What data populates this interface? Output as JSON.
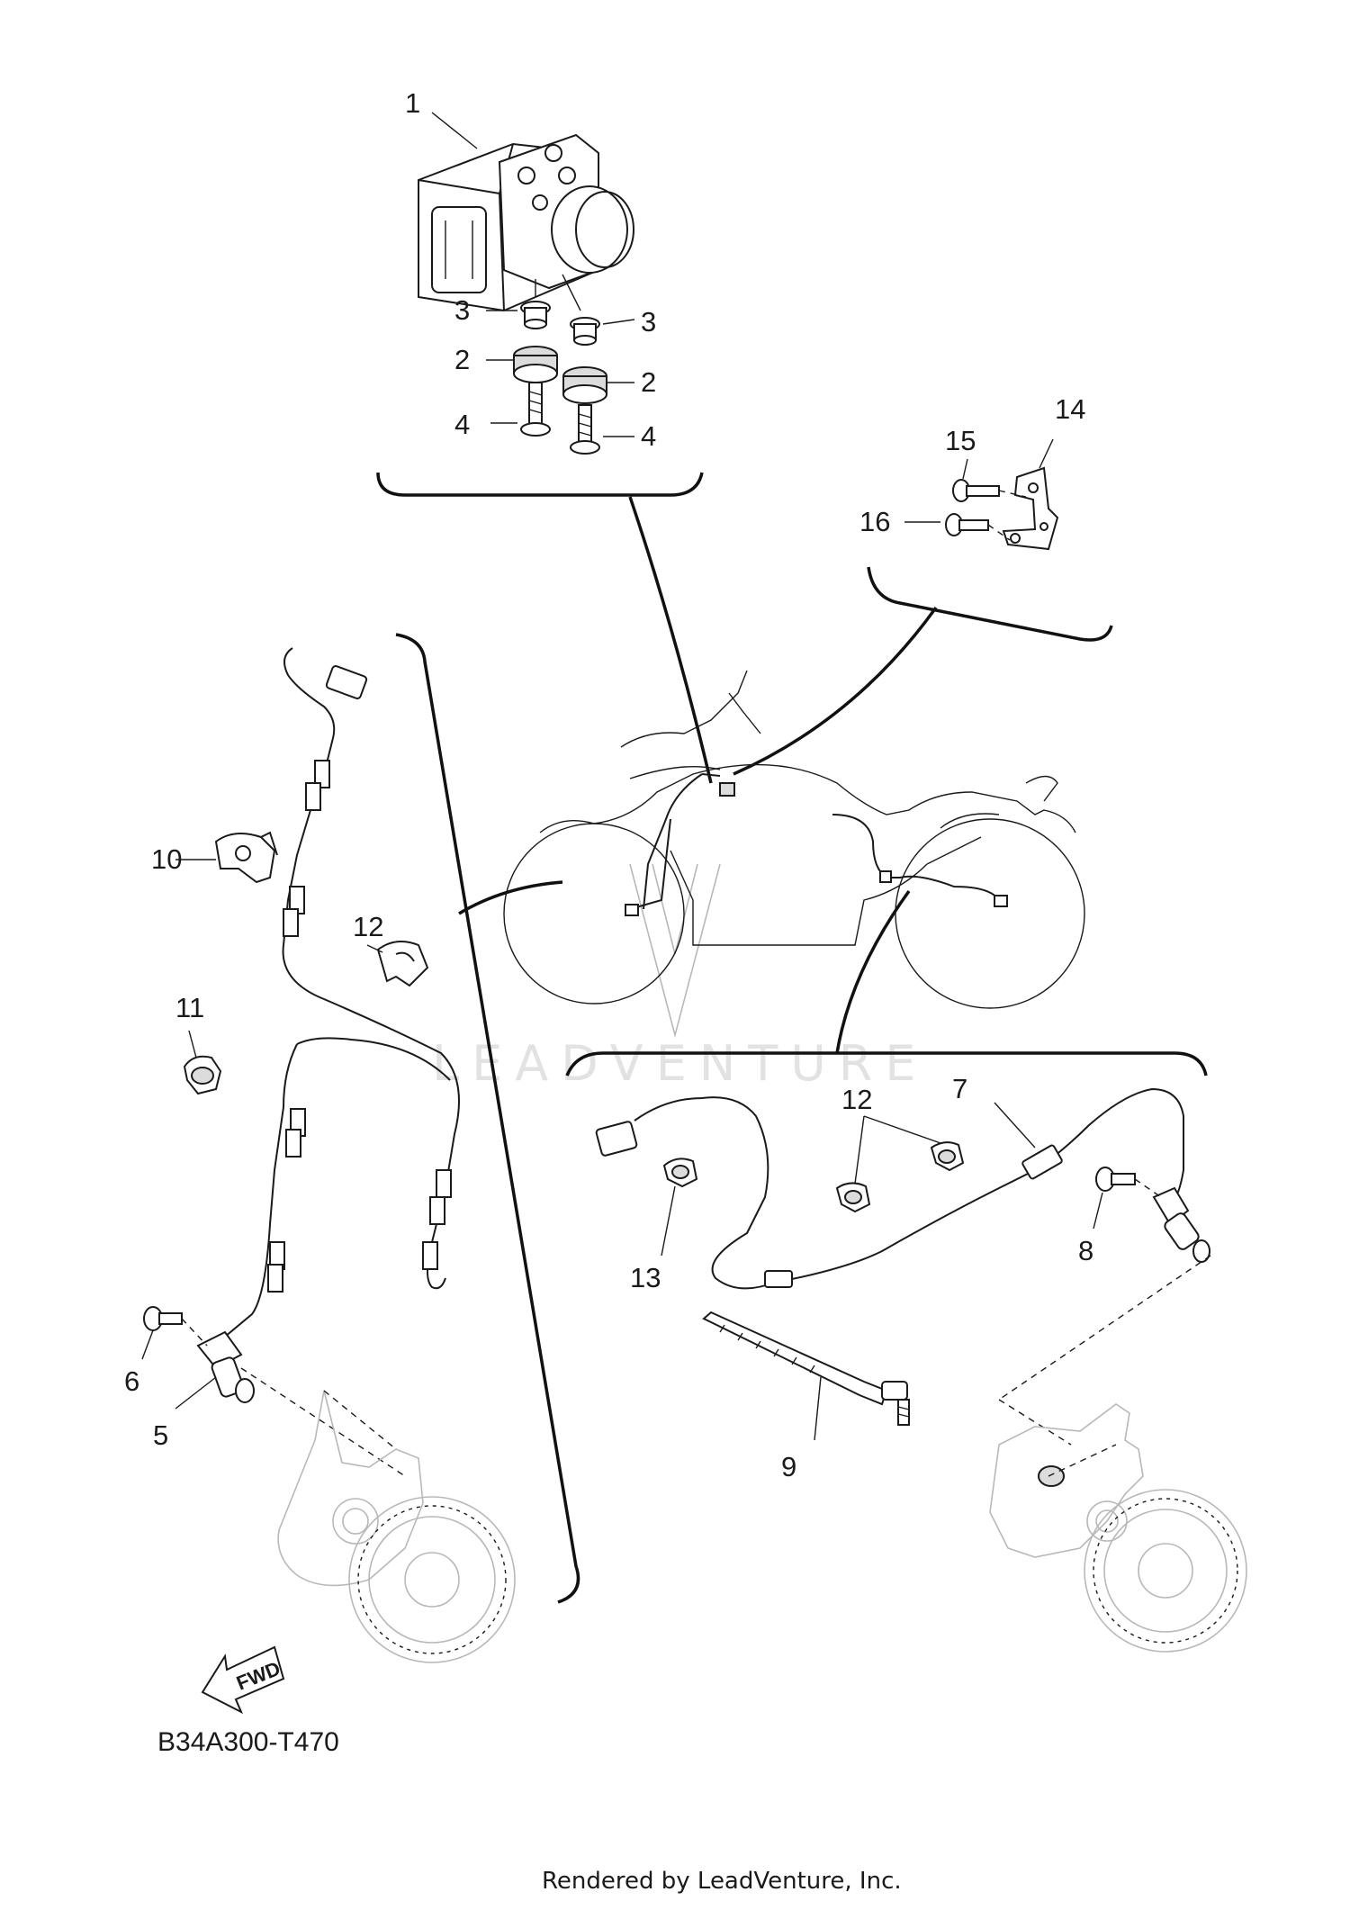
{
  "diagram_code": "B34A300-T470",
  "footer": "Rendered by LeadVenture, Inc.",
  "watermark": "LEADVENTURE",
  "fwd_label": "FWD",
  "callouts": [
    "1",
    "2",
    "2",
    "3",
    "3",
    "4",
    "4",
    "5",
    "6",
    "7",
    "8",
    "9",
    "10",
    "11",
    "12",
    "12",
    "13",
    "14",
    "15",
    "16"
  ]
}
